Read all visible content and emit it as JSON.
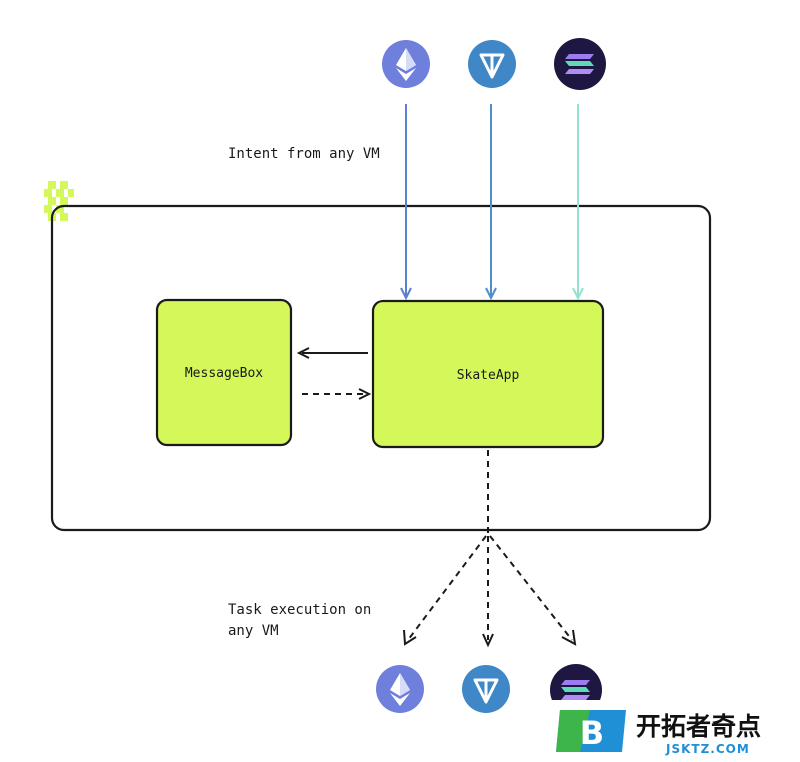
{
  "labels": {
    "intent": "Intent from any VM",
    "task_line1": "Task execution on",
    "task_line2": "any VM"
  },
  "nodes": {
    "messagebox": "MessageBox",
    "skateapp": "SkateApp"
  },
  "chains": [
    "ethereum",
    "ton",
    "solana"
  ],
  "colors": {
    "box_fill": "#d4f75a",
    "outline": "#1a1a1a",
    "ethereum_bg": "#6f7fdc",
    "ton_bg": "#3f87c7",
    "solana_bg": "#1e1741",
    "arrow_eth": "#5b7fd1",
    "arrow_ton": "#4e8fc9",
    "arrow_sol": "#8fe3d0"
  },
  "watermark": {
    "logo_letter": "B",
    "title": "开拓者奇点",
    "url": "JSKTZ.COM"
  }
}
